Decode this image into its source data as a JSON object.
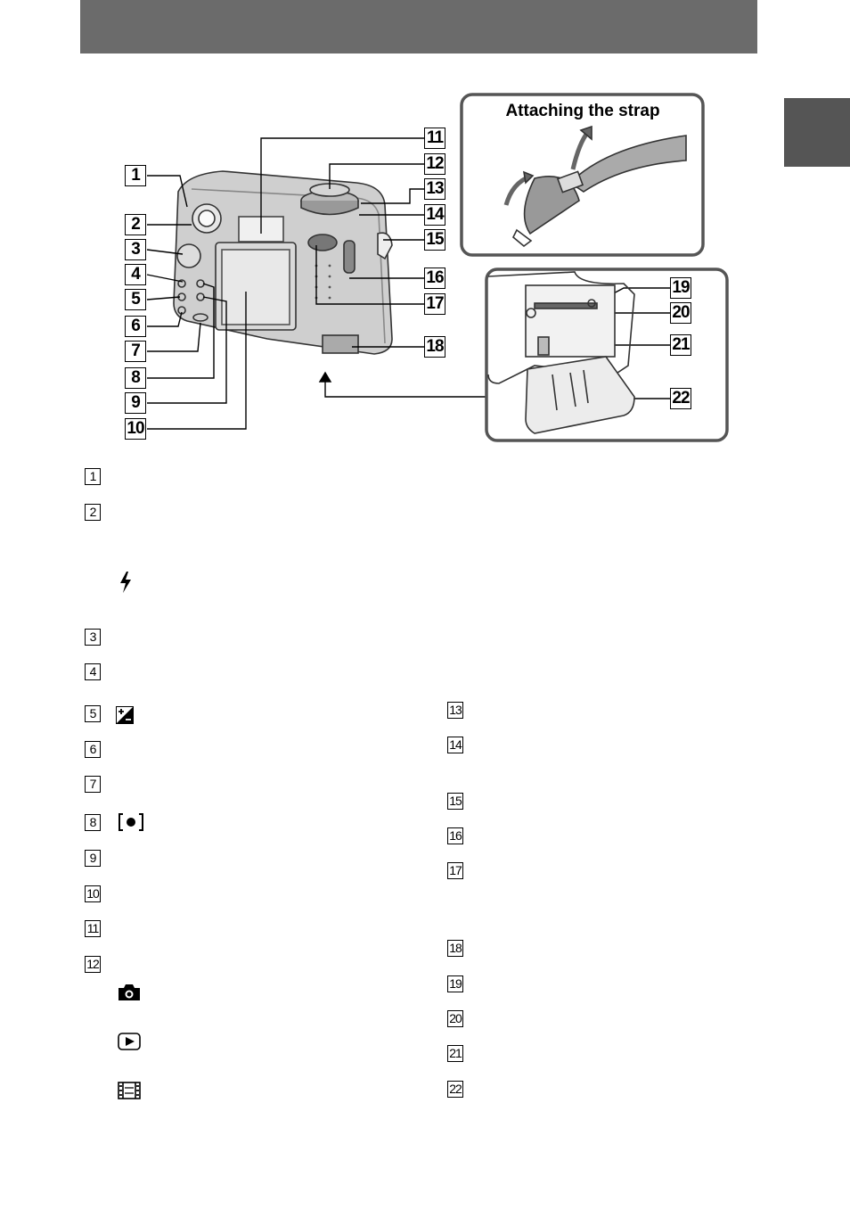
{
  "colors": {
    "header": "#6b6b6b",
    "side_tab": "#555555",
    "camera_body": "#bdbdbd",
    "frame": "#555555"
  },
  "diagram": {
    "strap_title": "Attaching the strap",
    "callouts": [
      "1",
      "2",
      "3",
      "4",
      "5",
      "6",
      "7",
      "8",
      "9",
      "10",
      "11",
      "12",
      "13",
      "14",
      "15",
      "16",
      "17",
      "18",
      "19",
      "20",
      "21",
      "22"
    ]
  },
  "list": {
    "items": [
      {
        "num": "1"
      },
      {
        "num": "2",
        "icon": "flash-icon"
      },
      {
        "num": "3"
      },
      {
        "num": "4"
      },
      {
        "num": "5",
        "icon": "exposure-icon"
      },
      {
        "num": "6"
      },
      {
        "num": "7"
      },
      {
        "num": "8",
        "icon": "spot-meter-icon"
      },
      {
        "num": "9"
      },
      {
        "num": "10"
      },
      {
        "num": "11"
      },
      {
        "num": "12",
        "icons": [
          "camera-icon",
          "play-icon",
          "movie-icon"
        ]
      },
      {
        "num": "13"
      },
      {
        "num": "14"
      },
      {
        "num": "15"
      },
      {
        "num": "16"
      },
      {
        "num": "17"
      },
      {
        "num": "18"
      },
      {
        "num": "19"
      },
      {
        "num": "20"
      },
      {
        "num": "21"
      },
      {
        "num": "22"
      }
    ]
  }
}
